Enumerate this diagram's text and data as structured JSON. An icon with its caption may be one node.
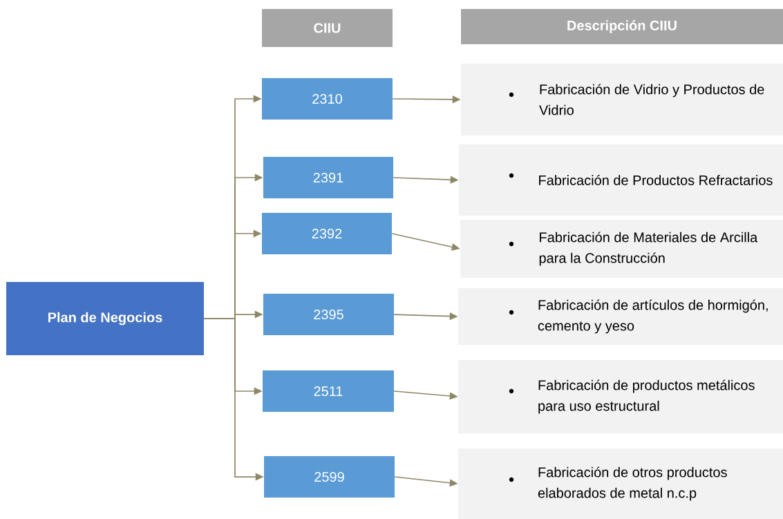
{
  "diagram": {
    "nodes": [
      {
        "text": [
          "CIIU"
        ]
      },
      {
        "text": [
          "Descripción CIIU"
        ]
      },
      {
        "text": [
          "Plan de Negocios"
        ]
      },
      {
        "text": [
          "2310"
        ]
      },
      {
        "text": [
          "2391"
        ]
      },
      {
        "text": [
          "2392"
        ]
      },
      {
        "text": [
          "2395"
        ]
      },
      {
        "text": [
          "2511"
        ]
      },
      {
        "text": [
          "2599"
        ]
      },
      {
        "text": [
          "Fabricación de Vidrio y Productos de Vidrio"
        ]
      },
      {
        "text": [
          "Fabricación de Productos Refractarios"
        ]
      },
      {
        "text": [
          "Fabricación de Materiales de Arcilla para la Construcción"
        ]
      },
      {
        "text": [
          "Fabricación de artículos de hormigón, cemento y yeso"
        ]
      },
      {
        "text": [
          "Fabricación de productos metálicos para uso estructural"
        ]
      },
      {
        "text": [
          "Fabricación de otros productos elaborados de metal n.c.p"
        ]
      }
    ],
    "edges": [
      {
        "from": 2,
        "to": 3,
        "arrow": "to"
      },
      {
        "from": 2,
        "to": 4,
        "arrow": "to"
      },
      {
        "from": 2,
        "to": 5,
        "arrow": "to"
      },
      {
        "from": 2,
        "to": 6,
        "arrow": "to"
      },
      {
        "from": 2,
        "to": 7,
        "arrow": "to"
      },
      {
        "from": 2,
        "to": 8,
        "arrow": "to"
      },
      {
        "from": 3,
        "to": 9,
        "arrow": "to"
      },
      {
        "from": 4,
        "to": 10,
        "arrow": "to"
      },
      {
        "from": 5,
        "to": 11,
        "arrow": "to"
      },
      {
        "from": 6,
        "to": 12,
        "arrow": "to"
      },
      {
        "from": 7,
        "to": 13,
        "arrow": "to"
      },
      {
        "from": 8,
        "to": 14,
        "arrow": "to"
      }
    ]
  }
}
